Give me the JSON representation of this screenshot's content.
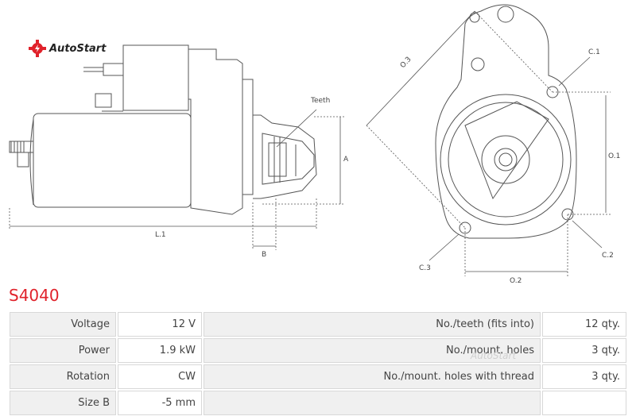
{
  "brand": {
    "name": "AutoStart",
    "logo_color": "#e0222b"
  },
  "part_number": "S4040",
  "drawing_labels": {
    "teeth": "Teeth",
    "a": "A",
    "b": "B",
    "l1": "L.1",
    "o1": "O.1",
    "o2": "O.2",
    "o3": "O.3",
    "c1": "C.1",
    "c2": "C.2",
    "c3": "C.3"
  },
  "specs": {
    "rows": [
      {
        "label": "Voltage",
        "value": "12 V",
        "label2": "No./teeth (fits into)",
        "value2": "12 qty."
      },
      {
        "label": "Power",
        "value": "1.9 kW",
        "label2": "No./mount. holes",
        "value2": "3 qty."
      },
      {
        "label": "Rotation",
        "value": "CW",
        "label2": "No./mount. holes with thread",
        "value2": "3 qty."
      },
      {
        "label": "Size B",
        "value": "-5 mm",
        "label2": "",
        "value2": ""
      }
    ]
  },
  "watermark": "AutoStart"
}
